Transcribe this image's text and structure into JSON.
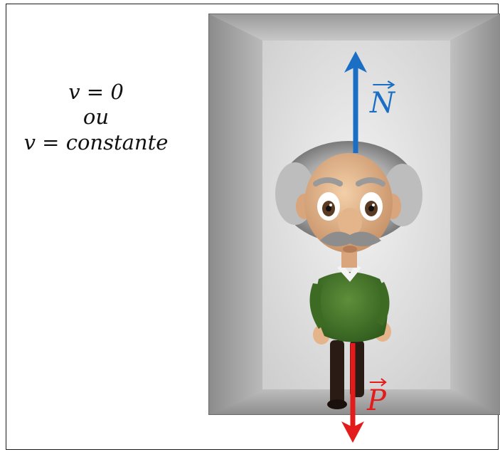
{
  "conditions": {
    "line1": "v = 0",
    "line2": "ou",
    "line3": "v = constante"
  },
  "forces": {
    "normal": {
      "label": "N",
      "color": "#1a6fc4"
    },
    "weight": {
      "label": "P",
      "color": "#e31b1b"
    }
  },
  "elevator": {
    "outer_color": "#8a8a8a",
    "inner_color": "#e6e6e6"
  }
}
